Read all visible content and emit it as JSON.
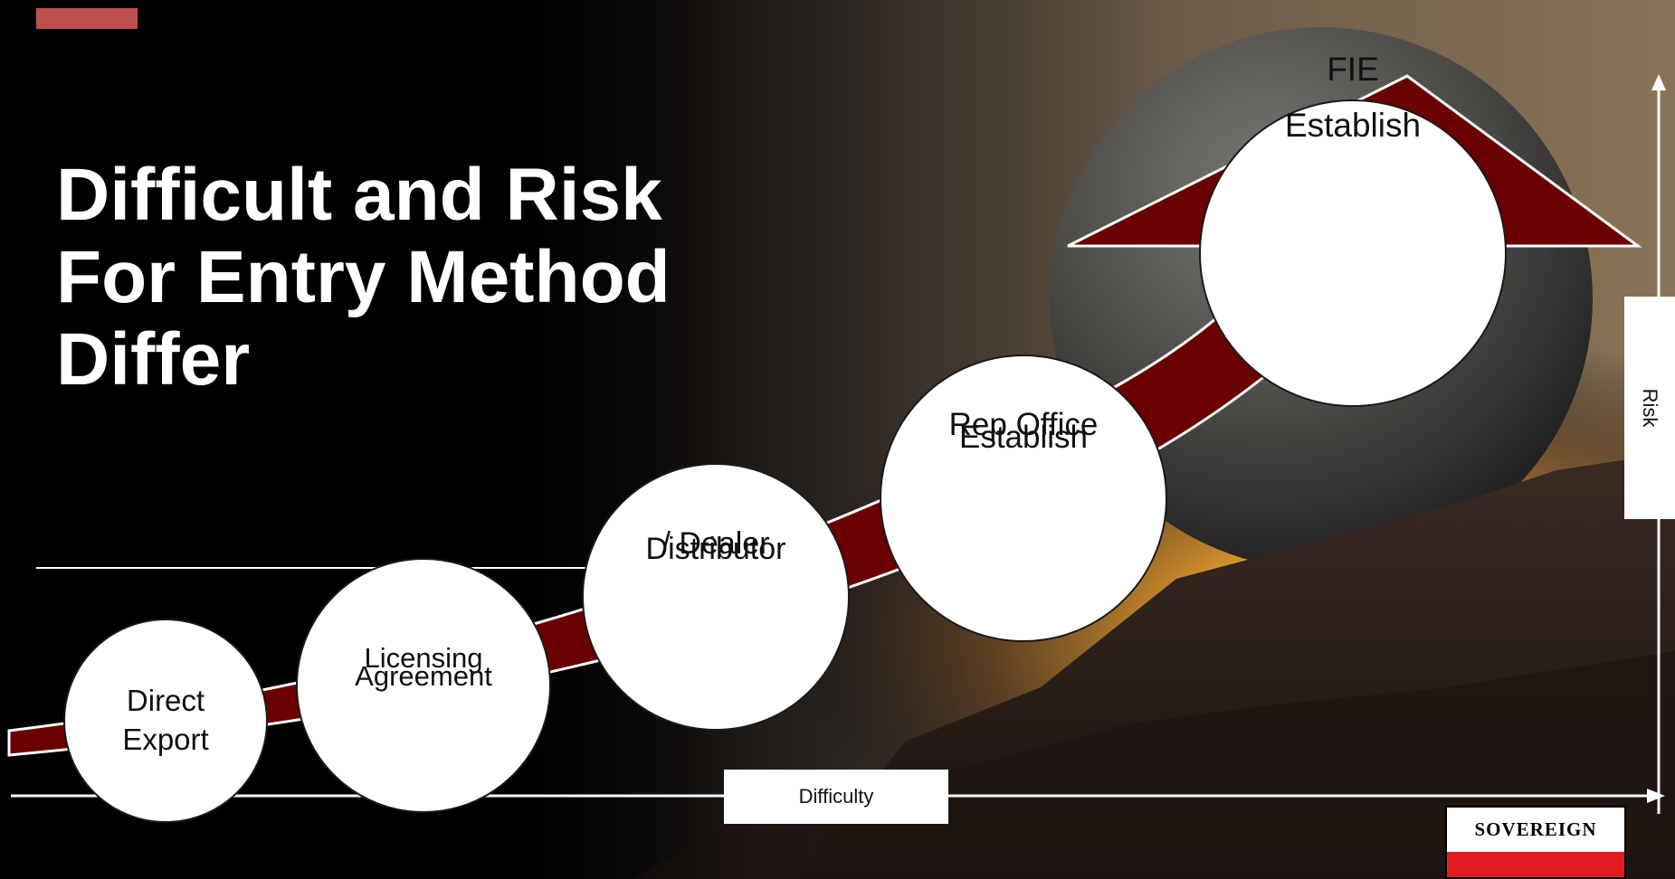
{
  "slide": {
    "title": "Difficult and Risk For Entry Method Differ",
    "accent_color": "#c0504d",
    "arrow_color": "#6b0000",
    "steps": [
      {
        "line1": "Direct",
        "line2": "Export"
      },
      {
        "line1": "Licensing",
        "line2": "Agreement"
      },
      {
        "line1": "Distributor",
        "line2": "/ Dealer"
      },
      {
        "line1": "Establish",
        "line2": "Rep Office"
      },
      {
        "line1": "Establish",
        "line2": "FIE"
      }
    ],
    "x_axis_label": "Difficulty",
    "y_axis_label": "Risk",
    "logo_text": "SOVEREIGN",
    "logo_color": "#e11b22"
  }
}
